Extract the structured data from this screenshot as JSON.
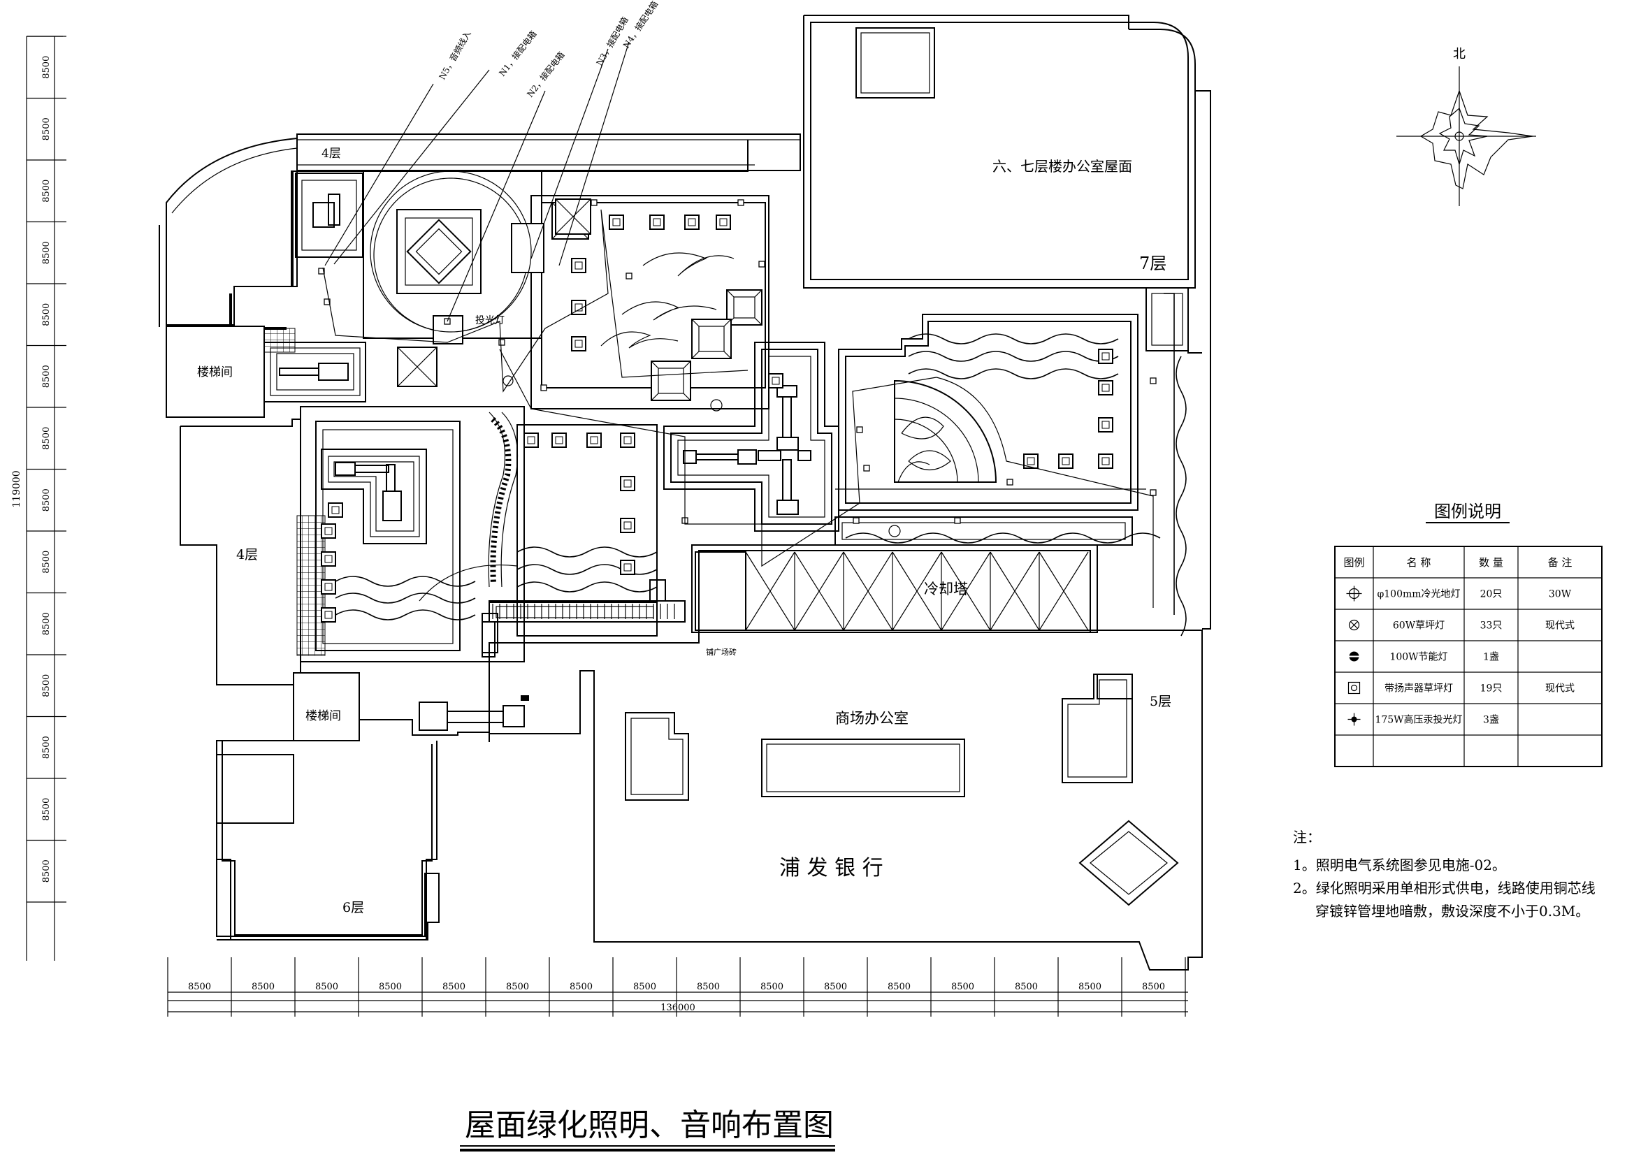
{
  "title": "屋面绿化照明、音响布置图",
  "labels": {
    "floor4_top": "4层",
    "floor4_left": "4层",
    "floor5": "5层",
    "floor6": "6层",
    "floor7": "7层",
    "office_roof": "六、七层楼办公室屋面",
    "stair1": "楼梯间",
    "stair2": "楼梯间",
    "cooling_tower": "冷却塔",
    "mall_office": "商场办公室",
    "bank": "浦 发 银 行",
    "floodlight": "投光灯",
    "plaza_tile": "铺广场砖",
    "north": "北"
  },
  "wire_labels": [
    "N5，音频线入",
    "N1，接配电箱",
    "N2，接配电箱",
    "N3，接配电箱",
    "N4，接配电箱"
  ],
  "dims": {
    "bottom_spans": [
      "8500",
      "8500",
      "8500",
      "8500",
      "8500",
      "8500",
      "8500",
      "8500",
      "8500",
      "8500",
      "8500",
      "8500",
      "8500",
      "8500",
      "8500",
      "8500"
    ],
    "bottom_total": "136000",
    "left_spans": [
      "8500",
      "8500",
      "8500",
      "8500",
      "8500",
      "8500",
      "8500",
      "8500",
      "8500",
      "8500",
      "8500",
      "8500",
      "8500",
      "8500"
    ],
    "left_total": "119000"
  },
  "legend": {
    "title": "图例说明",
    "headers": [
      "图例",
      "名  称",
      "数 量",
      "备 注"
    ],
    "rows": [
      {
        "icon": "ground-light",
        "name": "φ100mm冷光地灯",
        "qty": "20只",
        "note": "30W"
      },
      {
        "icon": "lawn-light",
        "name": "60W草坪灯",
        "qty": "33只",
        "note": "现代式"
      },
      {
        "icon": "saving-lamp",
        "name": "100W节能灯",
        "qty": "1盏",
        "note": ""
      },
      {
        "icon": "speaker-lawn-light",
        "name": "带扬声器草坪灯",
        "qty": "19只",
        "note": "现代式"
      },
      {
        "icon": "mercury-floodlight",
        "name": "175W高压汞投光灯",
        "qty": "3盏",
        "note": ""
      },
      {
        "icon": "",
        "name": "",
        "qty": "",
        "note": ""
      }
    ]
  },
  "notes": {
    "heading": "注：",
    "line1": "1。照明电气系统图参见电施-02。",
    "line2": "2。绿化照明采用单相形式供电，线路使用铜芯线",
    "line3": "穿镀锌管埋地暗敷，敷设深度不小于0.3M。"
  }
}
